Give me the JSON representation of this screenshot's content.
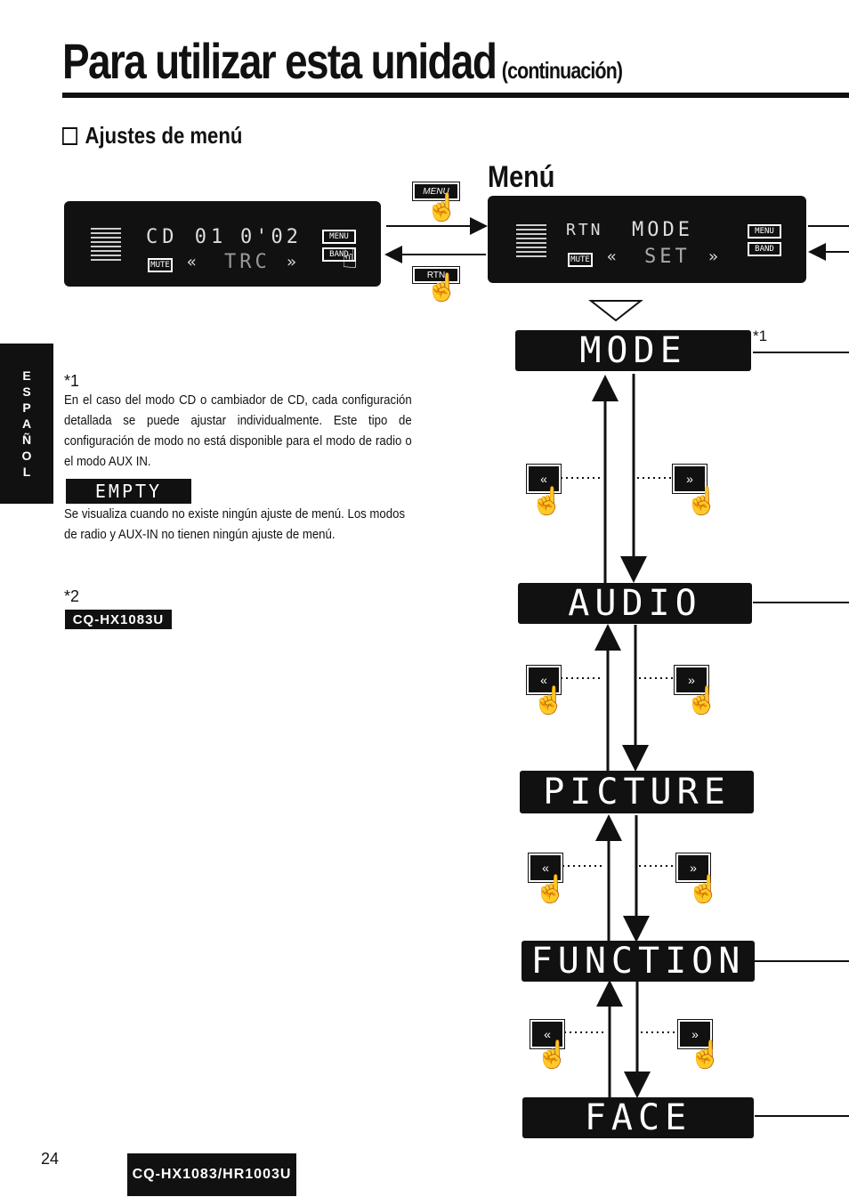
{
  "header": {
    "title": "Para utilizar esta unidad",
    "subtitle": "(continuación)",
    "section": "Ajustes de menú",
    "menu_title": "Menú"
  },
  "side_tab": {
    "letters": [
      "E",
      "S",
      "P",
      "A",
      "Ñ",
      "O",
      "L"
    ]
  },
  "display_left": {
    "line1_left": "CD 01",
    "line1_right": "0'02",
    "line2": "TRC",
    "buttons": {
      "menu": "MENU",
      "band": "BAND",
      "mute": "MUTE"
    }
  },
  "display_right": {
    "line1_left": "RTN",
    "line1_right": "MODE",
    "line2": "SET",
    "buttons": {
      "menu": "MENU",
      "band": "BAND",
      "mute": "MUTE"
    }
  },
  "keys": {
    "menu": "MENU",
    "rtn": "RTN"
  },
  "notes": {
    "n1_marker": "*1",
    "n1_text": "En el caso del modo CD o cambiador de CD, cada configuración detallada se puede ajustar individualmente. Este tipo de configuración de modo no está disponible para el modo de radio o el modo AUX IN.",
    "empty_badge": "EMPTY",
    "empty_text": "Se visualiza cuando no existe ningún ajuste de menú. Los modos de radio y AUX-IN no tienen ningún ajuste de menú.",
    "n2_marker": "*2",
    "n2_model": "CQ-HX1083U"
  },
  "menu_items": [
    {
      "label": "MODE",
      "marker": "*1"
    },
    {
      "label": "AUDIO",
      "marker": ""
    },
    {
      "label": "PICTURE",
      "marker": ""
    },
    {
      "label": "FUNCTION",
      "marker": ""
    },
    {
      "label": "FACE",
      "marker": ""
    }
  ],
  "footer": {
    "page_number": "24",
    "model": "CQ-HX1083/HR1003U"
  }
}
